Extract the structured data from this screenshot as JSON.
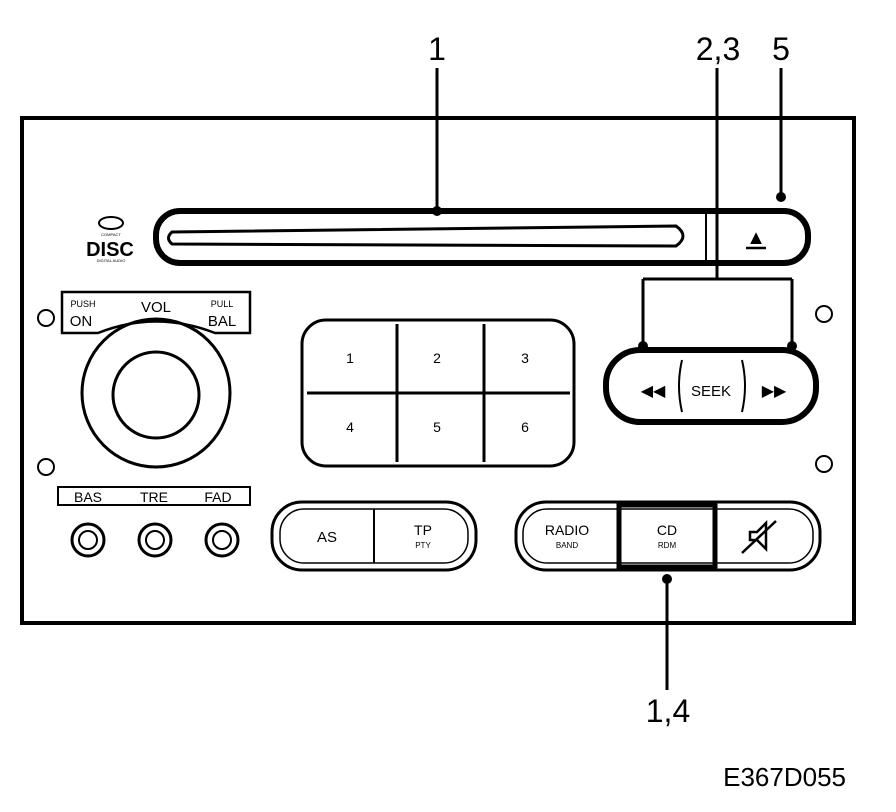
{
  "callouts": {
    "c1": "1",
    "c23": "2,3",
    "c5": "5",
    "c14": "1,4"
  },
  "logo": {
    "top": "COMPACT",
    "main": "DISC",
    "bottom": "DIGITAL AUDIO"
  },
  "volume": {
    "push": "PUSH",
    "on": "ON",
    "vol": "VOL",
    "pull": "PULL",
    "bal": "BAL"
  },
  "small_knobs": {
    "bas": "BAS",
    "tre": "TRE",
    "fad": "FAD"
  },
  "presets": [
    "1",
    "2",
    "3",
    "4",
    "5",
    "6"
  ],
  "buttons": {
    "as": "AS",
    "tp": "TP",
    "pty": "PTY",
    "radio": "RADIO",
    "band": "BAND",
    "cd": "CD",
    "rdm": "RDM",
    "seek": "SEEK",
    "rewind_symbol": "◀◀",
    "forward_symbol": "▶▶",
    "eject_symbol": "▲"
  },
  "figure_code": "E367D055"
}
